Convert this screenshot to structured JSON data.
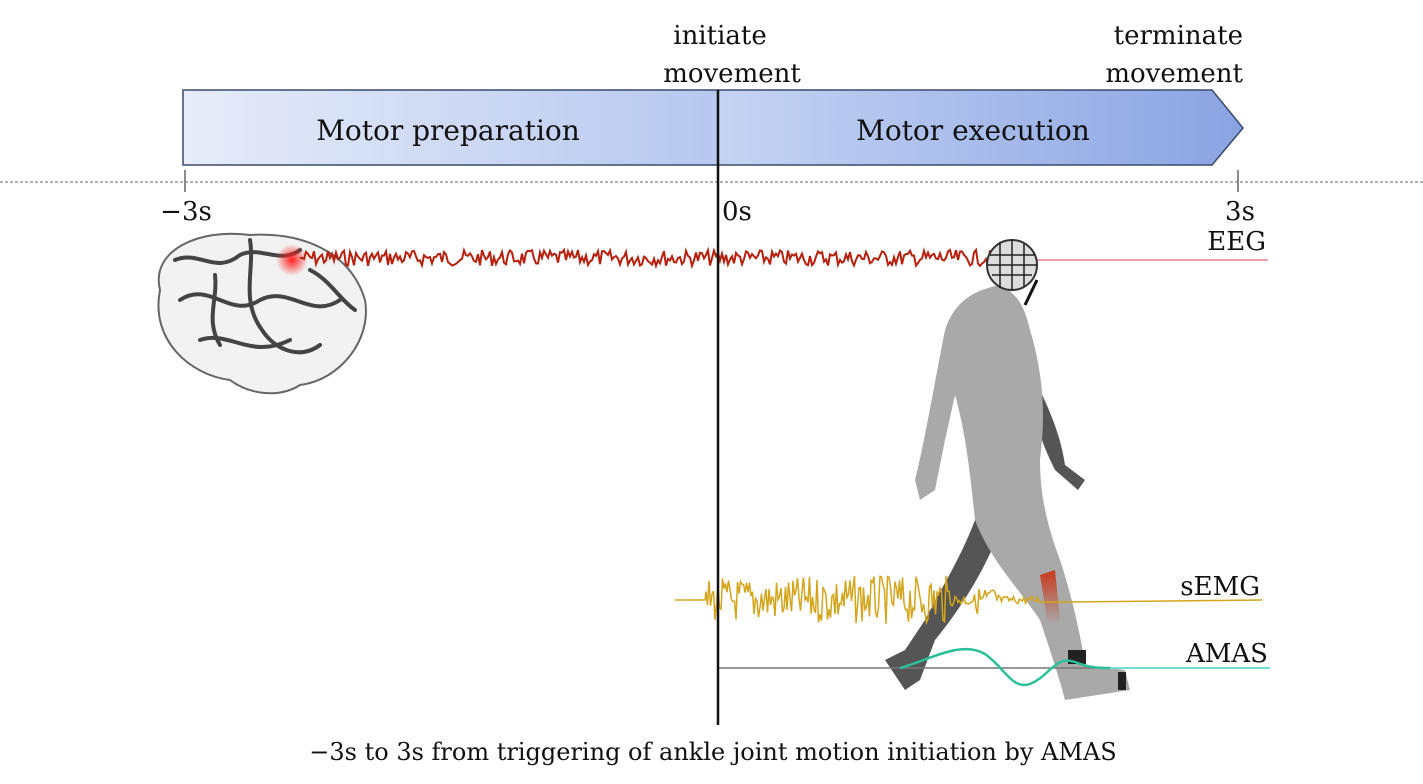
{
  "top_labels": {
    "initiate": [
      "initiate",
      "movement"
    ],
    "terminate": [
      "terminate",
      "movement"
    ]
  },
  "phases": {
    "preparation": "Motor preparation",
    "execution": "Motor execution"
  },
  "axis": {
    "ticks": [
      "−3s",
      "0s",
      "3s"
    ]
  },
  "signals": {
    "eeg": "EEG",
    "semg": "sEMG",
    "amas": "AMAS"
  },
  "caption": "−3s to 3s from triggering of ankle joint motion initiation by AMAS",
  "colors": {
    "eeg": "#b8200e",
    "semg": "#d4a51a",
    "amas": "#2bbf9a",
    "arrow_light": "#e4ebf8",
    "arrow_dark": "#8ea8e4"
  }
}
